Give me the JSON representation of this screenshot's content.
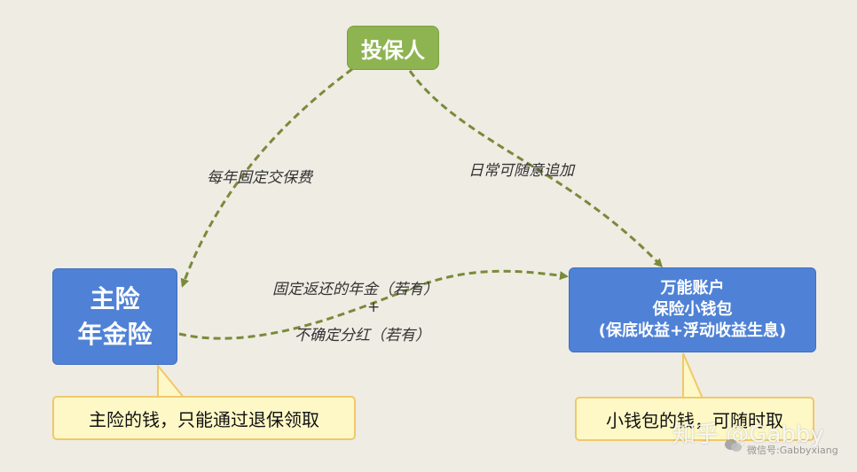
{
  "nodes": {
    "investor": "投保人",
    "main_line1": "主险",
    "main_line2": "年金险",
    "universal_line1": "万能账户",
    "universal_line2": "保险小钱包",
    "universal_line3": "(保底收益+浮动收益生息)"
  },
  "edges": {
    "premium": "每年固定交保费",
    "add": "日常可随意追加",
    "annuity": "固定返还的年金（若有）",
    "plus": "+",
    "dividend": "不确定分红（若有）"
  },
  "callouts": {
    "left": "主险的钱，只能通过退保领取",
    "right": "小钱包的钱，可随时取"
  },
  "watermark": {
    "main": "知乎 @Gabby",
    "sub": "微信号:Gabbyxiang"
  },
  "colors": {
    "green_node": "#8eb452",
    "blue_node": "#4f82d6",
    "arrow": "#7a8a3a",
    "callout_fill": "#fef8c6",
    "callout_border": "#f0c86a"
  }
}
